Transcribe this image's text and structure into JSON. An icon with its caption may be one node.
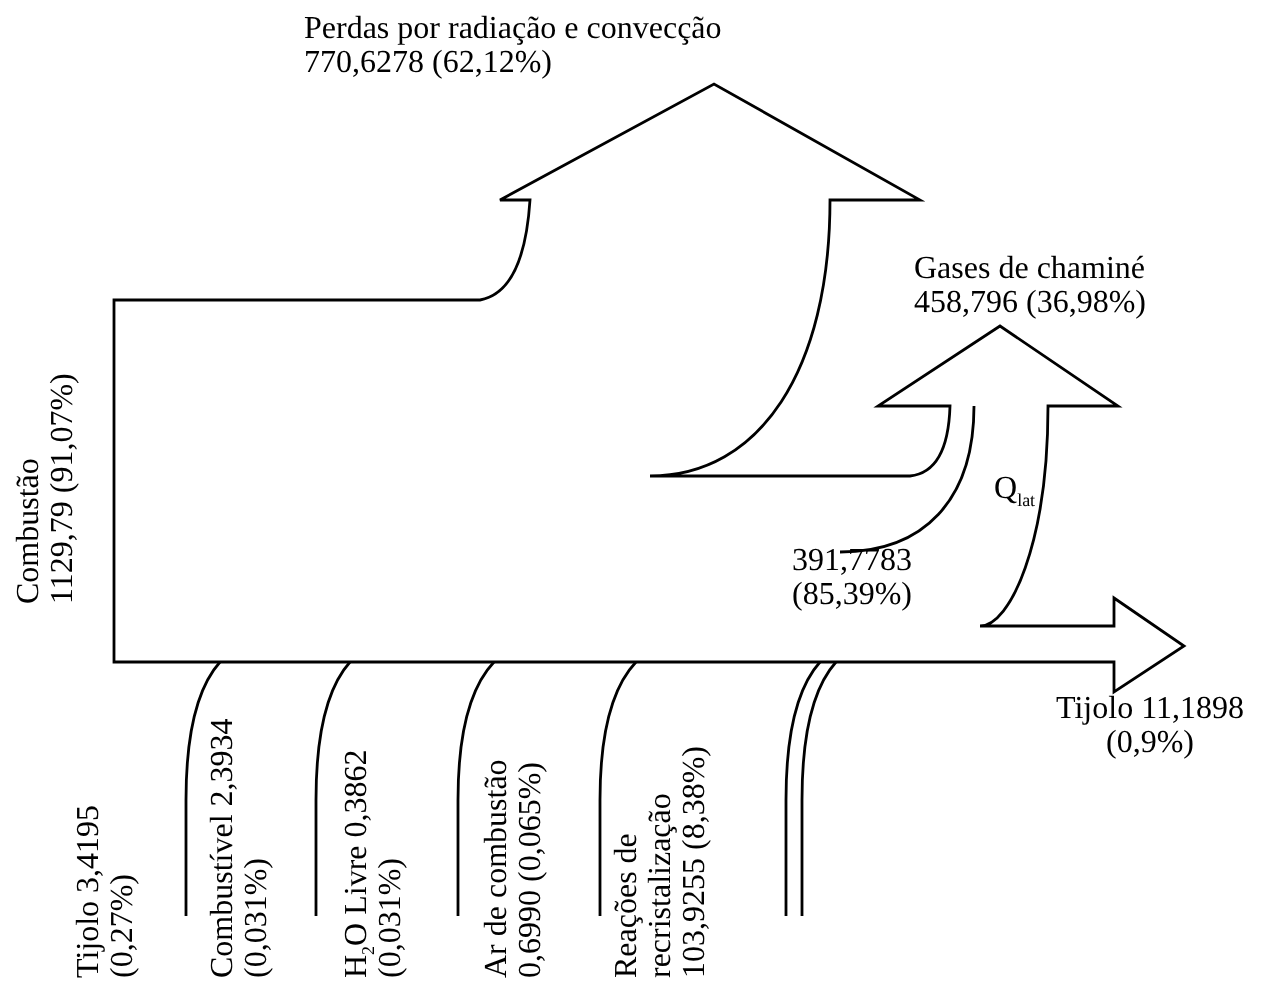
{
  "diagram": {
    "labels": [
      "Perdas por radiação e convecção 770,6278 (62,12%)",
      "Gases de chaminé 458,796 (36,98%)",
      "Q$_{lat}$",
      "Combustão 1129,79 (91,07%)",
      "391,7783 (85,39%)",
      "Tijolo 11,1898 (0,9%)",
      "Tijolo 3,4195 (0,27%)",
      "Combustível 2,3934 (0,031%)",
      "H$_{2}$O Livre 0,3862 (0,031%)",
      "Ar de combustão 0,6990 (0,065%)",
      "Reações de recristalização 103,9255 (8,38%)"
    ]
  }
}
